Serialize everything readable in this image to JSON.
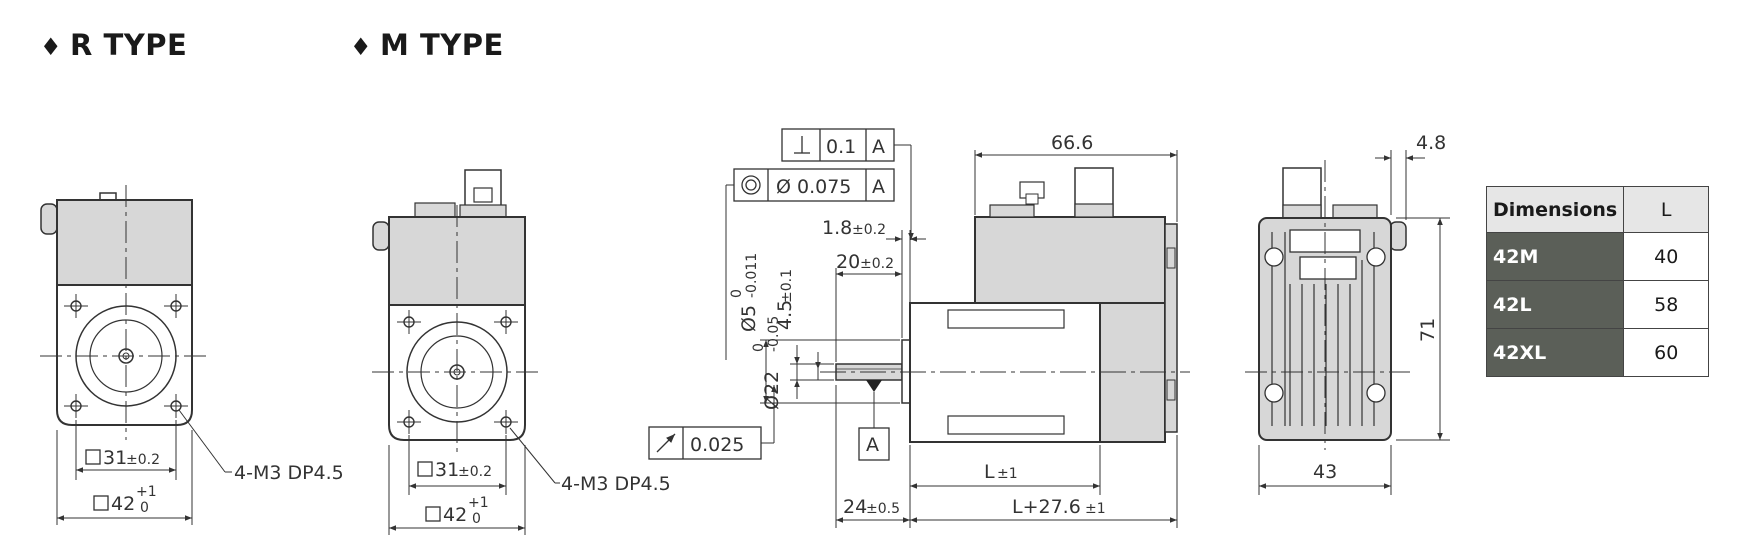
{
  "headings": {
    "r_type": "R TYPE",
    "m_type": "M TYPE",
    "bullet": "♦"
  },
  "r_type": {
    "sq_inner": "31",
    "sq_inner_tol": "±0.2",
    "sq_outer": "42",
    "sq_outer_tol_upper": "+1",
    "sq_outer_tol_lower": "0",
    "screw_callout": "4-M3 DP4.5"
  },
  "m_type": {
    "sq_inner": "31",
    "sq_inner_tol": "±0.2",
    "sq_outer": "42",
    "sq_outer_tol_upper": "+1",
    "sq_outer_tol_lower": "0",
    "screw_callout": "4-M3 DP4.5"
  },
  "side_view": {
    "perpendicularity_value": "0.1",
    "perpendicularity_datum": "A",
    "concentricity_value": "Ø 0.075",
    "concentricity_datum": "A",
    "runout_value": "0.025",
    "top_length": "66.6",
    "flange_thickness": "1.8",
    "flange_thickness_tol": "±0.2",
    "shaft_length": "20",
    "shaft_length_tol": "±0.2",
    "flat_depth": "4.5",
    "flat_depth_tol": "±0.1",
    "shaft_dia": "Ø5",
    "shaft_dia_tol_upper": "0",
    "shaft_dia_tol_lower": "-0.011",
    "pilot_dia": "Ø22",
    "pilot_dia_tol_upper": "0",
    "pilot_dia_tol_lower": "-0.05",
    "datum_label": "A",
    "body_length": "L",
    "body_length_tol": "±1",
    "shaft_total": "24",
    "shaft_total_tol": "±0.5",
    "overall_length": "L+27.6",
    "overall_length_tol": "±1"
  },
  "rear_view": {
    "width": "43",
    "height": "71",
    "offset": "4.8"
  },
  "dimensions_table": {
    "header_model": "Dimensions",
    "header_value": "L",
    "rows": [
      {
        "model": "42M",
        "value": "40"
      },
      {
        "model": "42L",
        "value": "58"
      },
      {
        "model": "42XL",
        "value": "60"
      }
    ],
    "model_bg": "#5b5f58"
  }
}
